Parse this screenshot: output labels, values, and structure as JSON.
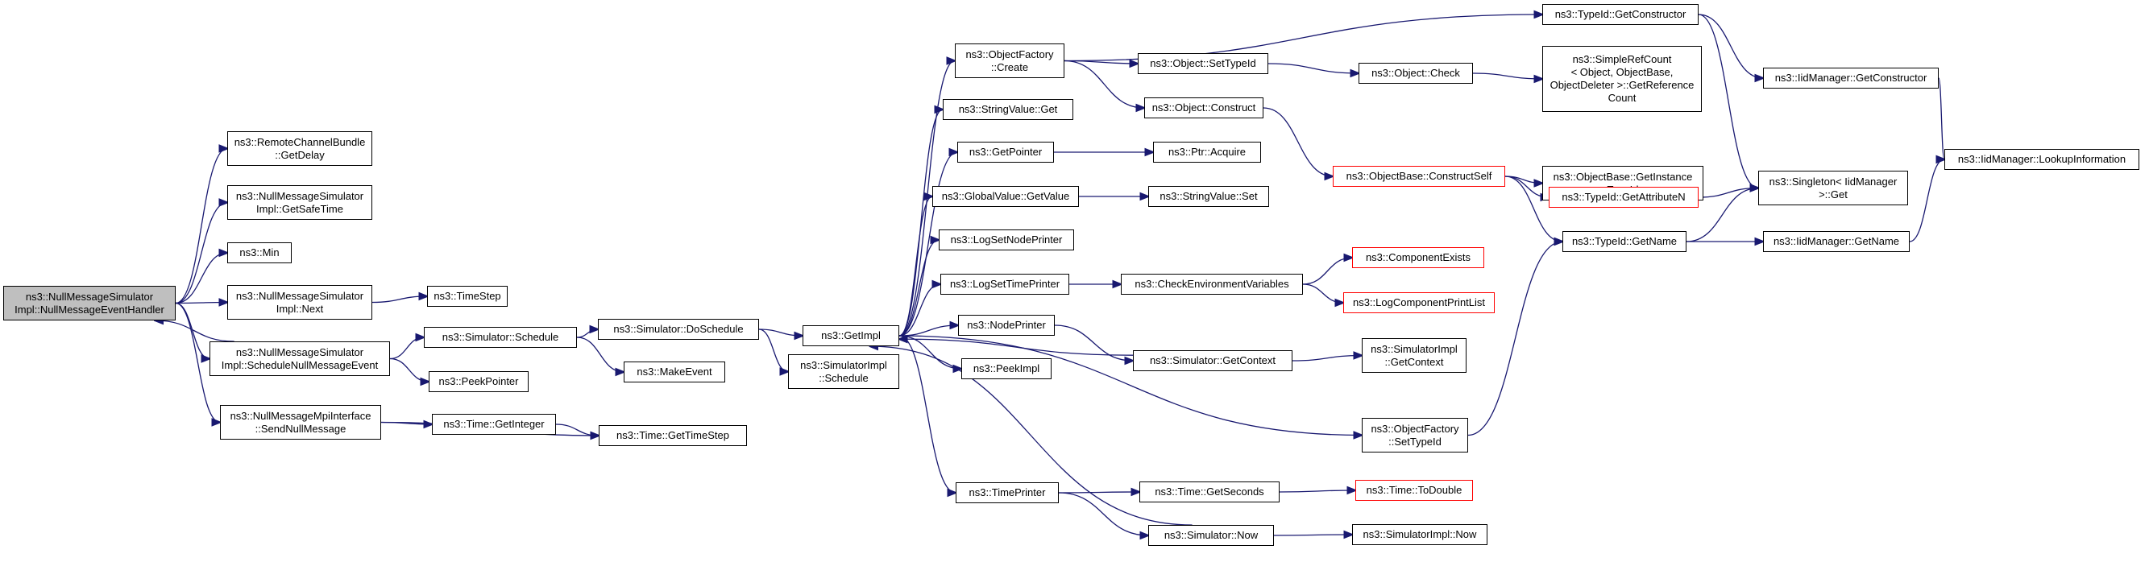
{
  "diagram": {
    "colors": {
      "edge": "#191970",
      "default_border": "#000000",
      "highlight_border": "#ff0000",
      "root_fill": "#bfbfbf"
    },
    "nodes": [
      {
        "id": "root",
        "name": "node-nullmessage-event-handler",
        "label": "ns3::NullMessageSimulator\nImpl::NullMessageEventHandler",
        "style": "root"
      },
      {
        "id": "getdelay",
        "name": "node-remote-channel-bundle-getdelay",
        "label": "ns3::RemoteChannelBundle\n::GetDelay"
      },
      {
        "id": "getsafetime",
        "name": "node-getsafetime",
        "label": "ns3::NullMessageSimulator\nImpl::GetSafeTime"
      },
      {
        "id": "min",
        "name": "node-min",
        "label": "ns3::Min"
      },
      {
        "id": "next",
        "name": "node-next",
        "label": "ns3::NullMessageSimulator\nImpl::Next"
      },
      {
        "id": "timestep",
        "name": "node-timestep",
        "label": "ns3::TimeStep"
      },
      {
        "id": "schednull",
        "name": "node-schedule-null-message-event",
        "label": "ns3::NullMessageSimulator\nImpl::ScheduleNullMessageEvent"
      },
      {
        "id": "simsched",
        "name": "node-simulator-schedule",
        "label": "ns3::Simulator::Schedule"
      },
      {
        "id": "peekptr",
        "name": "node-peekpointer",
        "label": "ns3::PeekPointer"
      },
      {
        "id": "sendnull",
        "name": "node-send-null-message",
        "label": "ns3::NullMessageMpiInterface\n::SendNullMessage"
      },
      {
        "id": "getint",
        "name": "node-time-getinteger",
        "label": "ns3::Time::GetInteger"
      },
      {
        "id": "gettimestep",
        "name": "node-time-gettimestep",
        "label": "ns3::Time::GetTimeStep"
      },
      {
        "id": "dosched",
        "name": "node-simulator-doschedule",
        "label": "ns3::Simulator::DoSchedule"
      },
      {
        "id": "makeevent",
        "name": "node-makeevent",
        "label": "ns3::MakeEvent"
      },
      {
        "id": "getimpl",
        "name": "node-getimpl",
        "label": "ns3::GetImpl"
      },
      {
        "id": "simimplsched",
        "name": "node-simulatorimpl-schedule",
        "label": "ns3::SimulatorImpl\n::Schedule"
      },
      {
        "id": "objfcreate",
        "name": "node-objectfactory-create",
        "label": "ns3::ObjectFactory\n::Create"
      },
      {
        "id": "strvalget",
        "name": "node-stringvalue-get",
        "label": "ns3::StringValue::Get"
      },
      {
        "id": "getpointer",
        "name": "node-getpointer",
        "label": "ns3::GetPointer"
      },
      {
        "id": "globalgetvalue",
        "name": "node-globalvalue-getvalue",
        "label": "ns3::GlobalValue::GetValue"
      },
      {
        "id": "lognodeprinter",
        "name": "node-logsetnodeprinter",
        "label": "ns3::LogSetNodePrinter"
      },
      {
        "id": "logtimeprinter",
        "name": "node-logsettimeprinter",
        "label": "ns3::LogSetTimePrinter"
      },
      {
        "id": "nodeprinter",
        "name": "node-nodeprinter",
        "label": "ns3::NodePrinter"
      },
      {
        "id": "peekimpl",
        "name": "node-peekimpl",
        "label": "ns3::PeekImpl"
      },
      {
        "id": "timeprinter",
        "name": "node-timeprinter",
        "label": "ns3::TimePrinter"
      },
      {
        "id": "settypeid",
        "name": "node-object-settypeid",
        "label": "ns3::Object::SetTypeId"
      },
      {
        "id": "objconstruct",
        "name": "node-object-construct",
        "label": "ns3::Object::Construct"
      },
      {
        "id": "ptracquire",
        "name": "node-ptr-acquire",
        "label": "ns3::Ptr::Acquire"
      },
      {
        "id": "strvalset",
        "name": "node-stringvalue-set",
        "label": "ns3::StringValue::Set"
      },
      {
        "id": "checkenv",
        "name": "node-checkenvironmentvariables",
        "label": "ns3::CheckEnvironmentVariables"
      },
      {
        "id": "simgetctx",
        "name": "node-simulator-getcontext",
        "label": "ns3::Simulator::GetContext"
      },
      {
        "id": "getseconds",
        "name": "node-time-getseconds",
        "label": "ns3::Time::GetSeconds"
      },
      {
        "id": "simnow",
        "name": "node-simulator-now",
        "label": "ns3::Simulator::Now"
      },
      {
        "id": "getconstructor",
        "name": "node-typeid-getconstructor",
        "label": "ns3::TypeId::GetConstructor"
      },
      {
        "id": "objcheck",
        "name": "node-object-check",
        "label": "ns3::Object::Check"
      },
      {
        "id": "constructself",
        "name": "node-objectbase-constructself",
        "label": "ns3::ObjectBase::ConstructSelf",
        "style": "red"
      },
      {
        "id": "compexists",
        "name": "node-componentexists",
        "label": "ns3::ComponentExists",
        "style": "red"
      },
      {
        "id": "logcompprint",
        "name": "node-logcomponentprintlist",
        "label": "ns3::LogComponentPrintList",
        "style": "red"
      },
      {
        "id": "simimplctx",
        "name": "node-simulatorimpl-getcontext",
        "label": "ns3::SimulatorImpl\n::GetContext"
      },
      {
        "id": "objfsettypeid",
        "name": "node-objectfactory-settypeid",
        "label": "ns3::ObjectFactory\n::SetTypeId"
      },
      {
        "id": "todouble",
        "name": "node-time-todouble",
        "label": "ns3::Time::ToDouble",
        "style": "red"
      },
      {
        "id": "simimplnow",
        "name": "node-simulatorimpl-now",
        "label": "ns3::SimulatorImpl::Now"
      },
      {
        "id": "simplerefcount",
        "name": "node-simplerefcount-getreferencecount",
        "label": "ns3::SimpleRefCount\n< Object, ObjectBase,\n ObjectDeleter >::GetReference\nCount"
      },
      {
        "id": "getinstancetypeid",
        "name": "node-objectbase-getinstancetypeid",
        "label": "ns3::ObjectBase::GetInstance\nTypeId"
      },
      {
        "id": "getattributen",
        "name": "node-typeid-getattributen",
        "label": "ns3::TypeId::GetAttributeN",
        "style": "red"
      },
      {
        "id": "typeidgetname",
        "name": "node-typeid-getname",
        "label": "ns3::TypeId::GetName"
      },
      {
        "id": "iidgetconstructor",
        "name": "node-iidmanager-getconstructor",
        "label": "ns3::IidManager::GetConstructor"
      },
      {
        "id": "singletonget",
        "name": "node-singleton-iidmanager-get",
        "label": "ns3::Singleton< IidManager\n >::Get"
      },
      {
        "id": "iidgetname",
        "name": "node-iidmanager-getname",
        "label": "ns3::IidManager::GetName"
      },
      {
        "id": "lookupinfo",
        "name": "node-iidmanager-lookupinformation",
        "label": "ns3::IidManager::LookupInformation"
      }
    ],
    "edges": [
      [
        "root",
        "getdelay"
      ],
      [
        "root",
        "getsafetime"
      ],
      [
        "root",
        "min"
      ],
      [
        "root",
        "next"
      ],
      [
        "root",
        "schednull"
      ],
      [
        "root",
        "sendnull"
      ],
      [
        "next",
        "timestep"
      ],
      [
        "schednull",
        "root"
      ],
      [
        "schednull",
        "simsched"
      ],
      [
        "schednull",
        "peekptr"
      ],
      [
        "simsched",
        "dosched"
      ],
      [
        "simsched",
        "makeevent"
      ],
      [
        "sendnull",
        "getint"
      ],
      [
        "sendnull",
        "gettimestep"
      ],
      [
        "getint",
        "gettimestep"
      ],
      [
        "dosched",
        "getimpl"
      ],
      [
        "dosched",
        "simimplsched"
      ],
      [
        "getimpl",
        "objfcreate"
      ],
      [
        "getimpl",
        "strvalget"
      ],
      [
        "getimpl",
        "getpointer"
      ],
      [
        "getimpl",
        "globalgetvalue"
      ],
      [
        "getimpl",
        "lognodeprinter"
      ],
      [
        "getimpl",
        "logtimeprinter"
      ],
      [
        "getimpl",
        "nodeprinter"
      ],
      [
        "getimpl",
        "peekimpl"
      ],
      [
        "getimpl",
        "timeprinter"
      ],
      [
        "getimpl",
        "objfsettypeid"
      ],
      [
        "objfcreate",
        "getconstructor"
      ],
      [
        "objfcreate",
        "settypeid"
      ],
      [
        "objfcreate",
        "objconstruct"
      ],
      [
        "getpointer",
        "ptracquire"
      ],
      [
        "globalgetvalue",
        "strvalset"
      ],
      [
        "logtimeprinter",
        "checkenv"
      ],
      [
        "nodeprinter",
        "simgetctx"
      ],
      [
        "simgetctx",
        "getimpl"
      ],
      [
        "simgetctx",
        "simimplctx"
      ],
      [
        "timeprinter",
        "getseconds"
      ],
      [
        "timeprinter",
        "simnow"
      ],
      [
        "simnow",
        "getimpl"
      ],
      [
        "simnow",
        "simimplnow"
      ],
      [
        "getseconds",
        "todouble"
      ],
      [
        "checkenv",
        "compexists"
      ],
      [
        "checkenv",
        "logcompprint"
      ],
      [
        "settypeid",
        "objcheck"
      ],
      [
        "objcheck",
        "simplerefcount"
      ],
      [
        "objconstruct",
        "constructself"
      ],
      [
        "constructself",
        "getinstancetypeid"
      ],
      [
        "constructself",
        "getattributen"
      ],
      [
        "constructself",
        "typeidgetname"
      ],
      [
        "getattributen",
        "singletonget"
      ],
      [
        "typeidgetname",
        "singletonget"
      ],
      [
        "typeidgetname",
        "iidgetname"
      ],
      [
        "objfsettypeid",
        "typeidgetname"
      ],
      [
        "getconstructor",
        "iidgetconstructor"
      ],
      [
        "getconstructor",
        "singletonget"
      ],
      [
        "iidgetconstructor",
        "lookupinfo"
      ],
      [
        "iidgetname",
        "lookupinfo"
      ]
    ]
  }
}
